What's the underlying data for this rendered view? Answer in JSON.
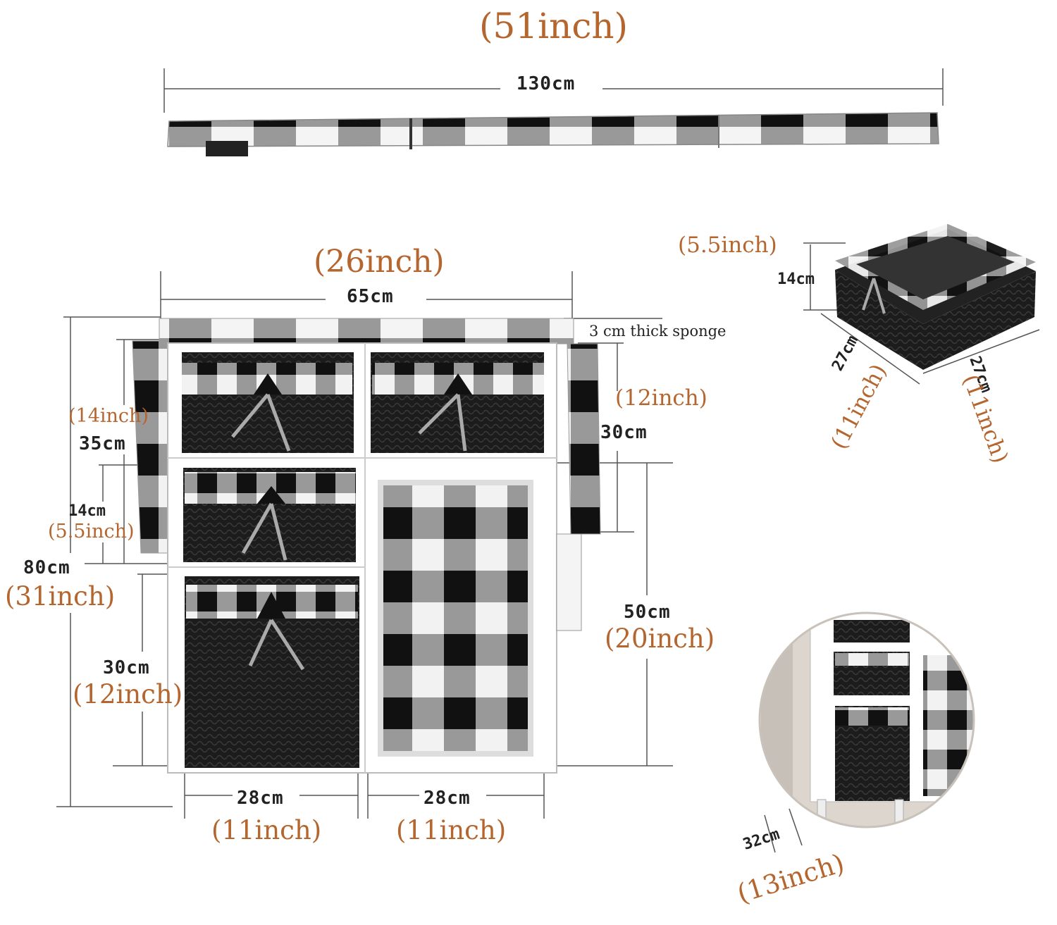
{
  "top_board": {
    "width_inch": "(51inch)",
    "width_cm": "130cm"
  },
  "cabinet": {
    "width_inch": "(26inch)",
    "width_cm": "65cm",
    "sponge_note": "3 cm thick sponge",
    "board_drop_inch": "(12inch)",
    "board_drop_cm": "30cm",
    "top_section_inch": "(14inch)",
    "top_section_cm": "35cm",
    "drawer_h_cm": "14cm",
    "drawer_h_inch": "(5.5inch)",
    "total_h_cm": "80cm",
    "total_h_inch": "(31inch)",
    "large_basket_cm": "30cm",
    "large_basket_inch": "(12inch)",
    "door_h_cm": "50cm",
    "door_h_inch": "(20inch)",
    "left_w_cm": "28cm",
    "left_w_inch": "(11inch)",
    "right_w_cm": "28cm",
    "right_w_inch": "(11inch)"
  },
  "basket": {
    "height_inch": "(5.5inch)",
    "height_cm": "14cm",
    "depth_cm": "27cm",
    "depth_inch": "(11inch)",
    "width_cm": "27cm",
    "width_inch": "(11inch)"
  },
  "detail": {
    "depth_cm": "32cm",
    "depth_inch": "(13inch)"
  },
  "colors": {
    "accent": "#b5652e",
    "plaid_black": "#111111",
    "plaid_gray": "#8e8e8e",
    "wicker": "#1c1c1c",
    "frame": "#ffffff"
  }
}
